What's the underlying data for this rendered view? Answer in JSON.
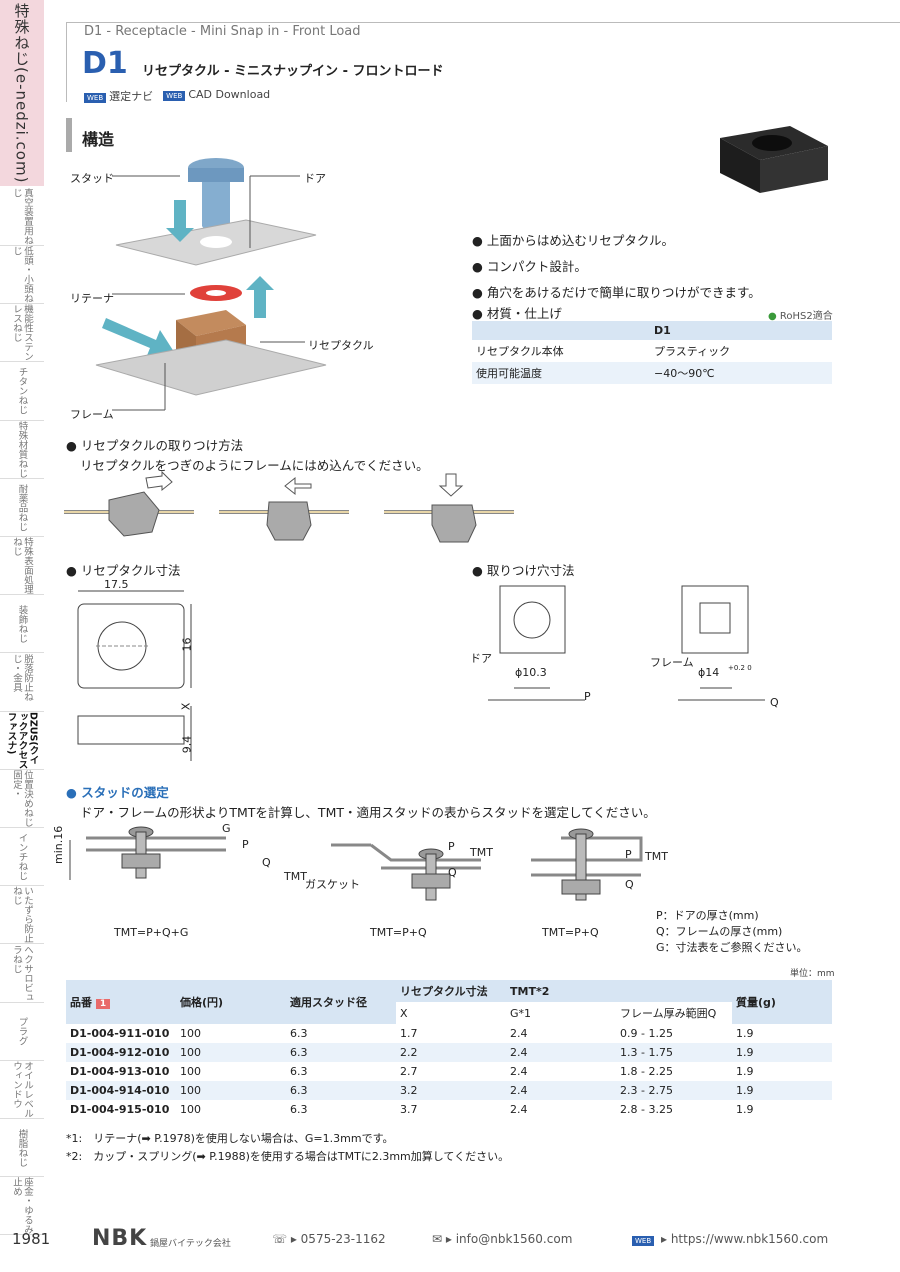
{
  "sidebar": {
    "top_label": "特殊ねじ(e-nedzi.com)",
    "items": [
      {
        "label": "真空装置用ねじ"
      },
      {
        "label": "低頭・小頭ねじ"
      },
      {
        "label": "機能性ステンレスねじ"
      },
      {
        "label": "チタンねじ"
      },
      {
        "label": "特殊材質ねじ"
      },
      {
        "label": "耐薬品ねじ"
      },
      {
        "label": "特殊表面処理ねじ"
      },
      {
        "label": "装飾ねじ"
      },
      {
        "label": "脱落防止ねじ・金具"
      },
      {
        "label": "DZUS(クイックアクセスファスナ)"
      },
      {
        "label": "位置決めねじ固定・"
      },
      {
        "label": "インチねじ"
      },
      {
        "label": "いたずら防止ねじ"
      },
      {
        "label": "ヘクサロビュラねじ"
      },
      {
        "label": "プラグ"
      },
      {
        "label": "オイルレベルウィンドウ"
      },
      {
        "label": "樹脂ねじ"
      },
      {
        "label": "座金・ゆるみ止め"
      }
    ],
    "page_number": "1981"
  },
  "header": {
    "breadcrumb": "D1 - Receptacle - Mini Snap in - Front Load",
    "code": "D1",
    "title": "リセプタクル - ミニスナップイン - フロントロード",
    "link1": "選定ナビ",
    "link2": "CAD Download",
    "web_badge": "WEB"
  },
  "structure": {
    "title": "構造",
    "labels": {
      "stud": "スタッド",
      "door": "ドア",
      "retainer": "リテーナ",
      "receptacle": "リセプタクル",
      "frame": "フレーム"
    }
  },
  "features": [
    "上面からはめ込むリセプタクル。",
    "コンパクト設計。",
    "角穴をあけるだけで簡単に取りつけができます。"
  ],
  "material": {
    "title": "材質・仕上げ",
    "rohs": "RoHS2適合",
    "header": "D1",
    "rows": [
      {
        "name": "リセプタクル本体",
        "value": "プラスティック"
      },
      {
        "name": "使用可能温度",
        "value": "−40〜90℃"
      }
    ]
  },
  "mounting": {
    "title": "リセプタクルの取りつけ方法",
    "desc": "リセプタクルをつぎのようにフレームにはめ込んでください。"
  },
  "dims": {
    "title": "リセプタクル寸法",
    "w": "17.5",
    "h": "16",
    "x": "X",
    "h2": "9.4"
  },
  "hole": {
    "title": "取りつけ穴寸法",
    "door": "ドア",
    "frame": "フレーム",
    "d1": "ϕ10.3",
    "d2": "ϕ14",
    "tol": "+0.2 0",
    "p": "P",
    "q": "Q"
  },
  "stud_sel": {
    "title": "スタッドの選定",
    "desc": "ドア・フレームの形状よりTMTを計算し、TMT・適用スタッドの表からスタッドを選定してください。",
    "min": "min.16",
    "gasket": "ガスケット",
    "f1": "TMT=P+Q+G",
    "f2": "TMT=P+Q",
    "f3": "TMT=P+Q",
    "legend": [
      "P：ドアの厚さ(mm)",
      "Q：フレームの厚さ(mm)",
      "G：寸法表をご参照ください。"
    ],
    "g": "G",
    "p": "P",
    "q": "Q",
    "tmt": "TMT"
  },
  "table": {
    "unit": "単位：mm",
    "h_part": "品番",
    "h_part_badge": "1",
    "h_price": "価格(円)",
    "h_stud": "適用スタッド径",
    "h_rec": "リセプタクル寸法",
    "h_x": "X",
    "h_tmt": "TMT*2",
    "h_g": "G*1",
    "h_range": "フレーム厚み範囲Q",
    "h_mass": "質量(g)",
    "rows": [
      {
        "part": "D1-004-911-010",
        "price": "100",
        "stud": "6.3",
        "x": "1.7",
        "g": "2.4",
        "range": "0.9 - 1.25",
        "mass": "1.9"
      },
      {
        "part": "D1-004-912-010",
        "price": "100",
        "stud": "6.3",
        "x": "2.2",
        "g": "2.4",
        "range": "1.3 - 1.75",
        "mass": "1.9"
      },
      {
        "part": "D1-004-913-010",
        "price": "100",
        "stud": "6.3",
        "x": "2.7",
        "g": "2.4",
        "range": "1.8 - 2.25",
        "mass": "1.9"
      },
      {
        "part": "D1-004-914-010",
        "price": "100",
        "stud": "6.3",
        "x": "3.2",
        "g": "2.4",
        "range": "2.3 - 2.75",
        "mass": "1.9"
      },
      {
        "part": "D1-004-915-010",
        "price": "100",
        "stud": "6.3",
        "x": "3.7",
        "g": "2.4",
        "range": "2.8 - 3.25",
        "mass": "1.9"
      }
    ],
    "notes": [
      "*1:　リテーナ(➡ P.1978)を使用しない場合は、G=1.3mmです。",
      "*2:　カップ・スプリング(➡ P.1988)を使用する場合はTMTに2.3mm加算してください。"
    ]
  },
  "footer": {
    "brand": "NBK",
    "company": "鍋屋バイテック会社",
    "phone": "0575-23-1162",
    "email": "info@nbk1560.com",
    "url": "https://www.nbk1560.com"
  }
}
